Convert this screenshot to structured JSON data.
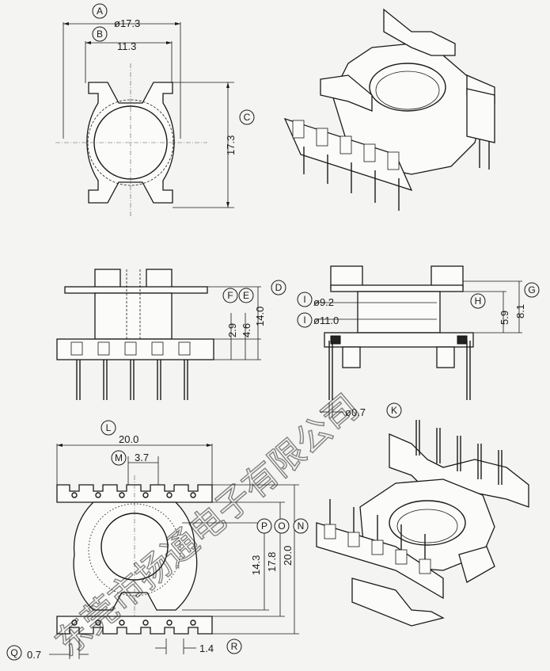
{
  "views": {
    "top": {
      "tags": {
        "a": "A",
        "b": "B",
        "c": "C"
      },
      "dims": {
        "a": "ø17.3",
        "b": "11.3",
        "c": "17.3"
      }
    },
    "side": {
      "tags": {
        "f": "F",
        "e": "E",
        "d": "D"
      },
      "dims": {
        "f": "2.9",
        "e": "4.6",
        "d": "14.0"
      }
    },
    "section": {
      "tags": {
        "g": "G",
        "h": "H",
        "i1": "I",
        "i2": "I",
        "k": "K"
      },
      "dims": {
        "i1": "ø9.2",
        "i2": "ø11.0",
        "h": "5.9",
        "g": "8.1",
        "k": "ø0.7"
      }
    },
    "bottom": {
      "tags": {
        "l": "L",
        "m": "M",
        "p": "P",
        "o": "O",
        "n": "N",
        "q": "Q",
        "r": "R"
      },
      "dims": {
        "l": "20.0",
        "m": "3.7",
        "p": "14.3",
        "o": "17.8",
        "n": "20.0",
        "q": "0.7",
        "r": "1.4"
      }
    }
  },
  "watermark": {
    "lines": [
      "东莞市扬通电子有限公司"
    ],
    "color": "#222222"
  }
}
